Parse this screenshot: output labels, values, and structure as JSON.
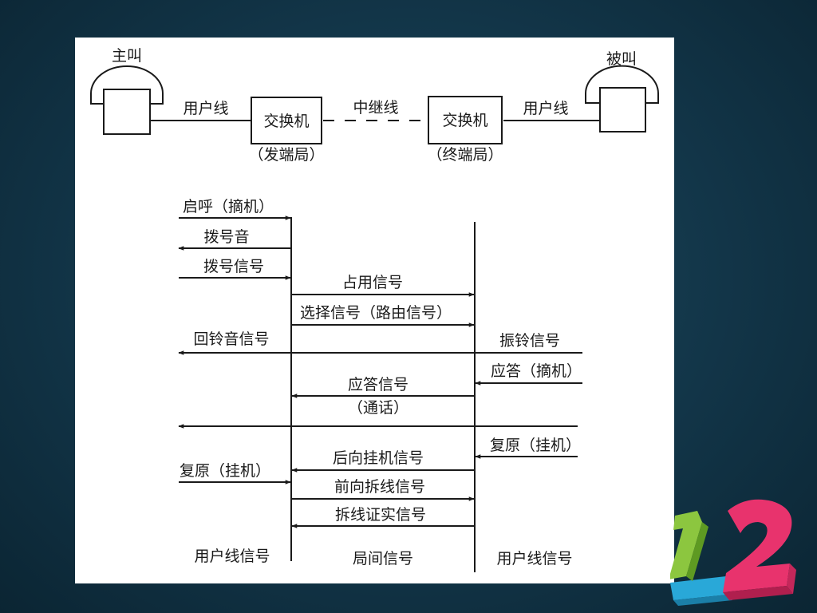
{
  "top_diagram": {
    "caller_label": "主叫",
    "callee_label": "被叫",
    "left_line_label": "用户线",
    "right_line_label": "用户线",
    "trunk_label": "中继线",
    "switch_left": "交换机",
    "switch_right": "交换机",
    "origin_office": "（发端局）",
    "terminal_office": "（终端局）"
  },
  "sequence": {
    "signals": {
      "offhook": "启呼（摘机）",
      "dial_tone": "拨号音",
      "dial_signal": "拨号信号",
      "seize": "占用信号",
      "select": "选择信号（路由信号）",
      "ringback": "回铃音信号",
      "ringing": "振铃信号",
      "answer_user": "应答（摘机）",
      "answer_signal": "应答信号",
      "talk": "（通话）",
      "clear_callee": "复原（挂机）",
      "clear_back": "后向挂机信号",
      "clear_caller": "复原（挂机）",
      "clear_forward": "前向拆线信号",
      "release_guard": "拆线证实信号"
    },
    "footer": {
      "left": "用户线信号",
      "middle": "局间信号",
      "right": "用户线信号"
    }
  },
  "colors": {
    "ink": "#1a1a1a",
    "slide_bg": "#ffffff",
    "deco_green": "#8cc63f",
    "deco_pink": "#e8336d",
    "deco_blue": "#29a8d8"
  }
}
